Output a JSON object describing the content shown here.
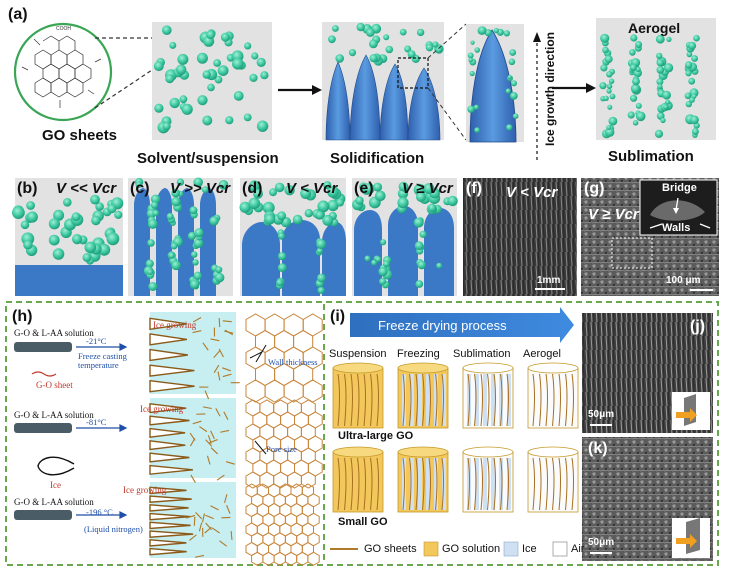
{
  "panel_a": {
    "letter": "(a)",
    "go_sheets": "GO sheets",
    "solvent": "Solvent/suspension",
    "solidification": "Solidification",
    "sublimation": "Sublimation",
    "aerogel": "Aerogel",
    "ice_growth": "Ice growth direction",
    "cooh": "COOH"
  },
  "panel_row2": {
    "b": {
      "letter": "(b)",
      "v": "V << Vcr"
    },
    "c": {
      "letter": "(c)",
      "v": "V >> Vcr"
    },
    "d": {
      "letter": "(d)",
      "v": "V < Vcr"
    },
    "e": {
      "letter": "(e)",
      "v": "V ≥ Vcr"
    },
    "f": {
      "letter": "(f)",
      "v": "V < Vcr",
      "scale": "1mm"
    },
    "g": {
      "letter": "(g)",
      "v": "V ≥ Vcr",
      "bridge": "Bridge",
      "walls": "Walls",
      "scale": "100 μm"
    }
  },
  "panel_h": {
    "letter": "(h)",
    "solution": "G-O & L-AA solution",
    "temp1": "-21°C",
    "freeze_casting": "Freeze casting temperature",
    "ice_growing": "Ice growing",
    "go_sheet": "G-O sheet",
    "temp2": "-81°C",
    "ice": "Ice",
    "temp3": "-196 °C",
    "liquid_nitrogen": "(Liquid nitrogen)",
    "wall_thickness": "Wall thickness",
    "pore_size": "Pore size"
  },
  "panel_i": {
    "letter": "(i)",
    "process": "Freeze drying process",
    "suspension": "Suspension",
    "freezing": "Freezing",
    "sublimation": "Sublimation",
    "aerogel": "Aerogel",
    "ultra_large": "Ultra-large GO",
    "small": "Small GO",
    "legend": [
      "GO sheets",
      "GO solution",
      "Ice",
      "Air"
    ]
  },
  "panel_j": {
    "letter": "(j)",
    "scale": "50μm"
  },
  "panel_k": {
    "letter": "(k)",
    "scale": "50μm"
  },
  "colors": {
    "teal": "#3cc7a0",
    "ice_blue": "#3b78c6",
    "go_brown": "#b07a2a",
    "go_yellow": "#f2c75c",
    "dashed_green": "#6aa84f"
  }
}
